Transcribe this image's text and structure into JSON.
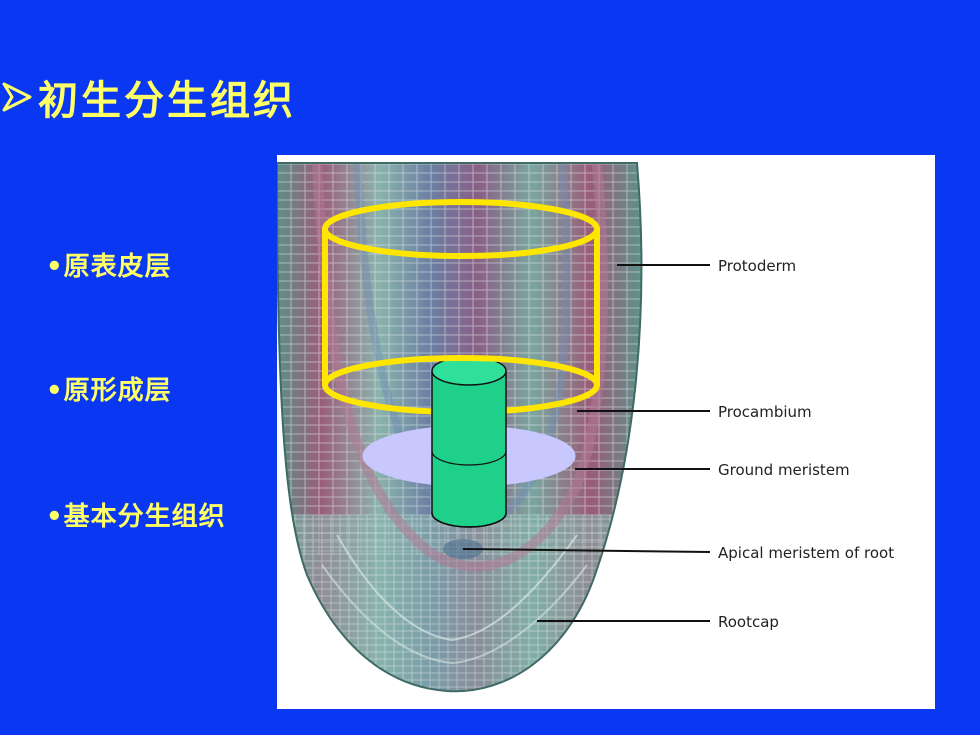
{
  "slide": {
    "title": "初生分生组织",
    "bullets": [
      {
        "label": "•原表皮层"
      },
      {
        "label": "•原形成层"
      },
      {
        "label": "•基本分生组织"
      }
    ]
  },
  "figure": {
    "labels": [
      {
        "label": "Protoderm"
      },
      {
        "label": "Procambium"
      },
      {
        "label": "Ground meristem"
      },
      {
        "label": "Apical meristem of root"
      },
      {
        "label": "Rootcap"
      }
    ]
  },
  "colors": {
    "background": "#0a38f2",
    "text_highlight": "#ffff66",
    "cylinder_outline": "#ffe600",
    "procambium_fill": "#1fd08a",
    "ground_meristem_fill": "#c8c8ff"
  },
  "icons": {
    "title_marker": "arrowhead-icon"
  }
}
